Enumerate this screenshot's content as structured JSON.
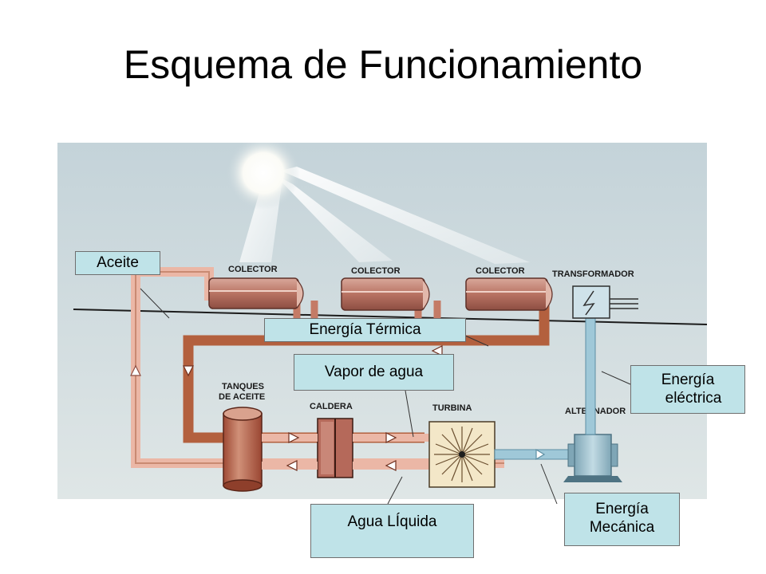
{
  "title": "Esquema de Funcionamiento",
  "diagram": {
    "labels": {
      "colector": "COLECTOR",
      "transformador": "TRANSFORMADOR",
      "tanques_line1": "TANQUES",
      "tanques_line2": "DE ACEITE",
      "caldera": "CALDERA",
      "turbina": "TURBINA",
      "alternador": "ALTERNADOR"
    }
  },
  "callouts": {
    "aceite": "Aceite",
    "energia_termica": "Energía Térmica",
    "vapor_de_agua": "Vapor de agua",
    "energia_electrica_line1": "Energía",
    "energia_electrica_line2": "eléctrica",
    "agua_liquida": "Agua LÍquida",
    "energia_mecanica_line1": "Energía",
    "energia_mecanica_line2": "Mecánica"
  },
  "colors": {
    "sky": "#cad7dc",
    "oil_pipe": "#c98a72",
    "hot_oil_pipe": "#b3603e",
    "collector": "#c58b7e",
    "water_pipe": "#9fc8d8",
    "callout_fill": "#bfe3e8"
  }
}
